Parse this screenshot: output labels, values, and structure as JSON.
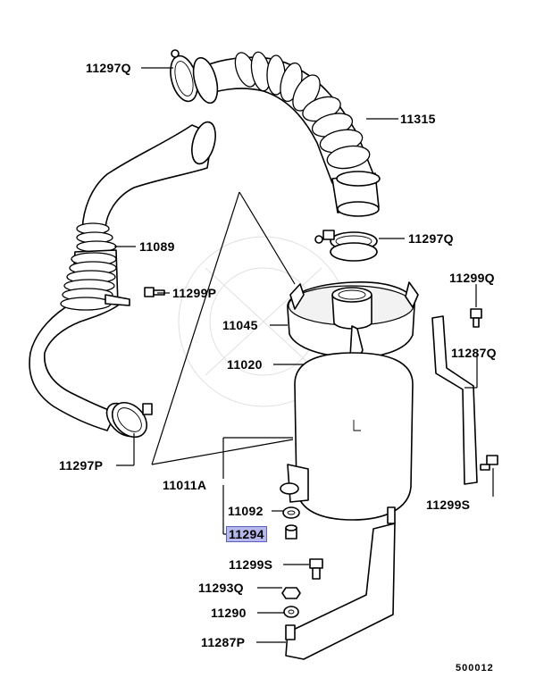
{
  "labels": {
    "p11297q_top": "11297Q",
    "p11315": "11315",
    "p11089": "11089",
    "p11297q_mid": "11297Q",
    "p11299p": "11299P",
    "p11299q": "11299Q",
    "p11045": "11045",
    "p11287q": "11287Q",
    "p11020": "11020",
    "p11297p": "11297P",
    "p11011a": "11011A",
    "p11299s_right": "11299S",
    "p11092": "11092",
    "p11294": "11294",
    "p11299s_bottom": "11299S",
    "p11293q": "11293Q",
    "p11290": "11290",
    "p11287p": "11287P"
  },
  "diagram_code": "500012",
  "highlight_color": "#b6b8ec"
}
